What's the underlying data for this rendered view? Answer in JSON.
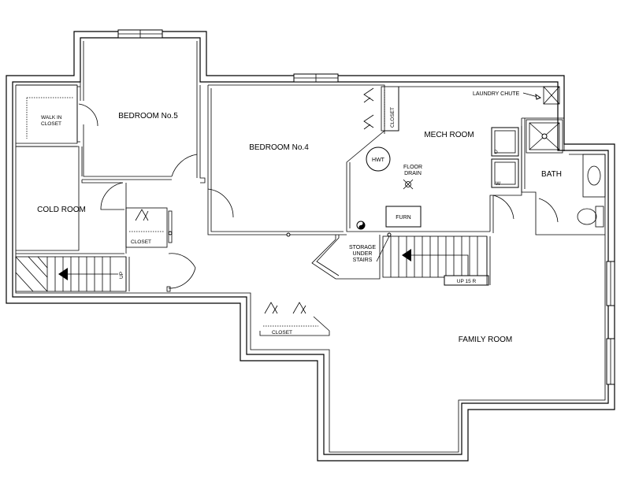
{
  "rooms": {
    "bedroom5": "BEDROOM No.5",
    "walk_in_closet_line1": "WALK IN",
    "walk_in_closet_line2": "CLOSET",
    "bedroom4": "BEDROOM No.4",
    "closet_vertical": "CLOSET",
    "mech_room": "MECH ROOM",
    "laundry_chute": "LAUNDRY CHUTE",
    "cold_room": "COLD ROOM",
    "closet_small": "CLOSET",
    "bath": "BATH",
    "storage_line1": "STORAGE",
    "storage_line2": "UNDER",
    "storage_line3": "STAIRS",
    "closet_lower": "CLOSET",
    "family_room": "FAMILY ROOM"
  },
  "fixtures": {
    "hot_water_tank": "HWT",
    "floor_drain_line1": "FLOOR",
    "floor_drain_line2": "DRAIN",
    "furnace": "FURN",
    "dryer": "D",
    "washer": "W",
    "stairs_up_left": "UP",
    "stairs_up_right": "UP 15 R"
  }
}
